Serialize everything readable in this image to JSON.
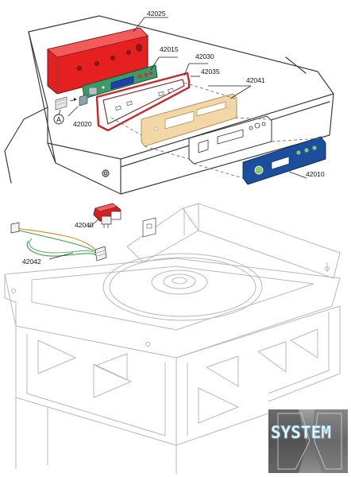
{
  "parts": [
    {
      "id": "p1",
      "label": "42025",
      "name": "upper-housing-red"
    },
    {
      "id": "p2",
      "label": "42015",
      "name": "display-pcb"
    },
    {
      "id": "p3",
      "label": "42030",
      "name": "panel-gasket"
    },
    {
      "id": "p4",
      "label": "42035",
      "name": "support-frame"
    },
    {
      "id": "p5",
      "label": "42041",
      "name": "insulation-plate"
    },
    {
      "id": "p6",
      "label": "42020",
      "name": "connector-plug"
    },
    {
      "id": "p7",
      "label": "42010",
      "name": "control-label-overlay"
    },
    {
      "id": "p8",
      "label": "42040",
      "name": "door-switch"
    },
    {
      "id": "p9",
      "label": "42042",
      "name": "wire-harness"
    }
  ],
  "callout": "A",
  "watermark": "SYSTEM",
  "colors": {
    "housing_red": "#e52020",
    "pcb_green": "#3d9a68",
    "lcd_blue": "#1d3fb0",
    "gasket_red": "#c9252a",
    "insulation_tan": "#f4d7a6",
    "overlay_blue": "#1b4e9c",
    "button_green": "#86c96b",
    "watermark_cyan": "#7fc3e6"
  }
}
